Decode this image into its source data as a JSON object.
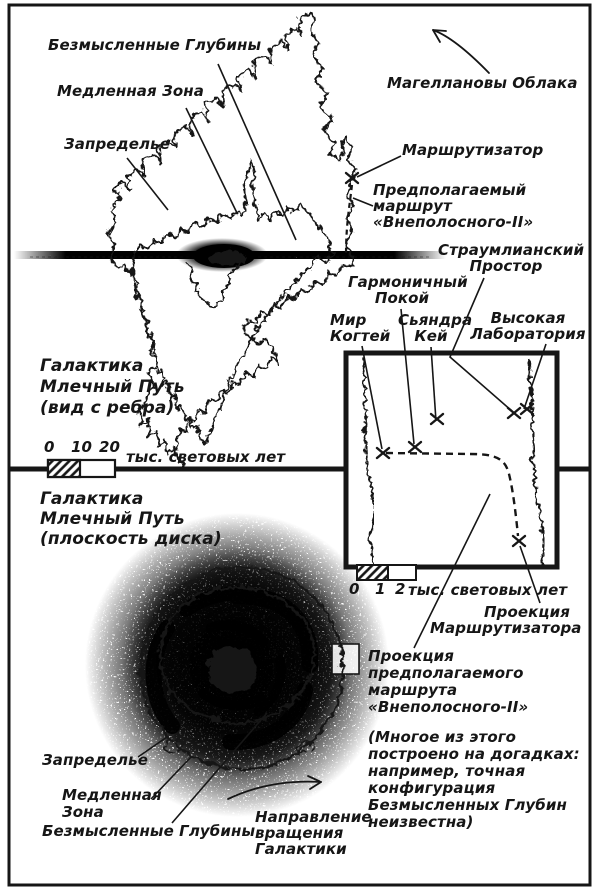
{
  "palette": {
    "ink": "#161616",
    "paper": "#ffffff"
  },
  "edge": {
    "caption": "Галактика\nМлечный Путь\n(вид с ребра)",
    "depths": "Безмысленные Глубины",
    "slow": "Медленная Зона",
    "beyond": "Запределье",
    "magellanic": "Магеллановы Облака",
    "relay": "Маршрутизатор",
    "route": "Предполагаемый\nмаршрут\n«Внеполосного-II»",
    "scale": {
      "n0": "0",
      "n1": "10",
      "n2": "20",
      "units": "тыс. световых лет"
    }
  },
  "inset": {
    "harmonious": "Гармоничный\nПокой",
    "straumli": "Страумлианский\nПростор",
    "claws": "Мир\nКогтей",
    "sjandra": "Сьяндра\nКей",
    "lab": "Высокая\nЛаборатория",
    "relay_projection": "Проекция\nМаршрутизатора",
    "scale": {
      "n0": "0",
      "n1": "1",
      "n2": "2",
      "units": "тыс. световых лет"
    }
  },
  "disk": {
    "caption": "Галактика\nМлечный Путь\n(плоскость диска)",
    "beyond": "Запределье",
    "slow": "Медленная\nЗона",
    "depths": "Безмысленные Глубины",
    "rotation": "Направление\nвращения\nГалактики",
    "route_projection": "Проекция\nпредполагаемого\nмаршрута\n«Внеполосного-II»",
    "note": "(Многое из этого\nпостроено на догадках:\nнапример, точная\nконфигурация\nБезмысленных Глубин\nнеизвестна)"
  }
}
